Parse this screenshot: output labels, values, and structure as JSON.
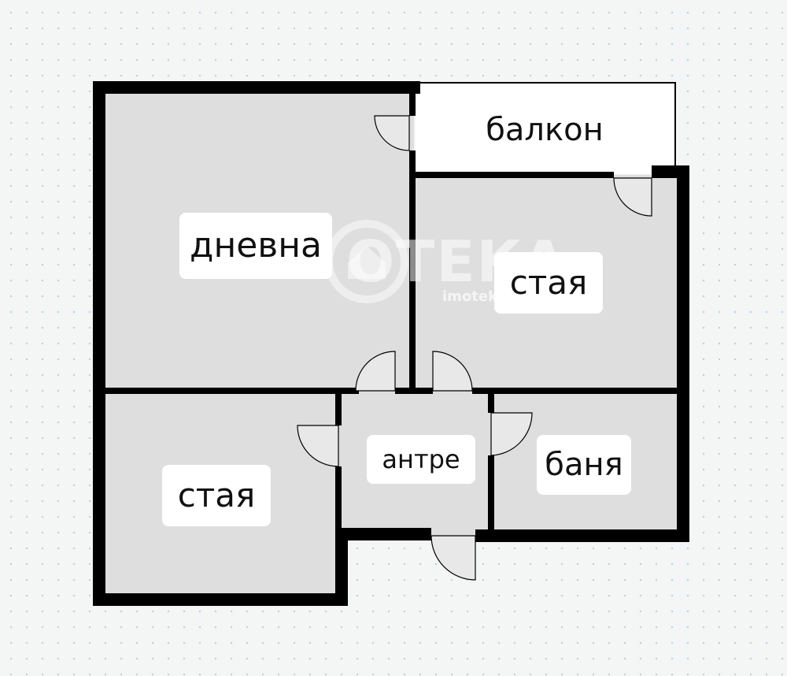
{
  "rooms": {
    "living": "дневна",
    "balcony": "балкон",
    "room_right": "стая",
    "room_left": "стая",
    "hall": "антре",
    "bathroom": "баня"
  },
  "watermark": {
    "brand": "OTEKA",
    "url": "imoteka.bg"
  },
  "colors": {
    "wall": "#000000",
    "floor": "#dedede",
    "balcony_floor": "#ffffff",
    "label_bg": "#ffffff",
    "grid_dot": "#b9d2e8",
    "background": "#f4f6f6"
  }
}
